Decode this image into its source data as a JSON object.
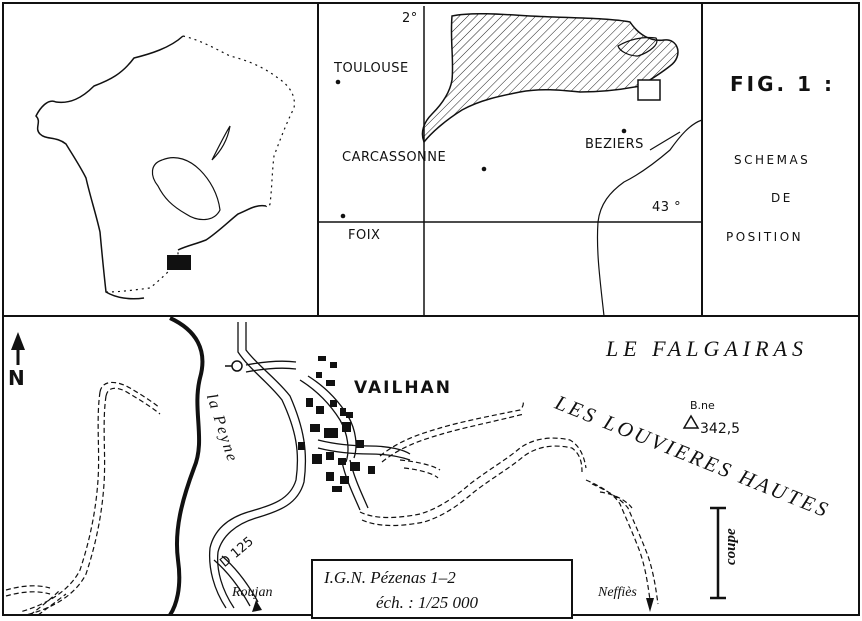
{
  "figure": {
    "title": "FIG. 1 :",
    "subtitle_line1": "SCHEMAS",
    "subtitle_line2": "DE",
    "subtitle_line3": "POSITION"
  },
  "regional_map": {
    "longitude_label": "2°",
    "latitude_label": "43 °",
    "cities": [
      "TOULOUSE",
      "CARCASSONNE",
      "BEZIERS",
      "FOIX"
    ]
  },
  "local_map": {
    "north_label": "N",
    "village": "VAILHAN",
    "places": [
      "LE FALGAIRAS",
      "LES LOUVIERES HAUTES"
    ],
    "river": "la Peyne",
    "road": "D 125",
    "towns": [
      "Roujan",
      "Neffiès"
    ],
    "benchmark_label": "B.ne",
    "benchmark_value": "342,5",
    "section_label": "coupe"
  },
  "map_source": {
    "line1": "I.G.N.  Pézenas 1–2",
    "line2": "éch. : 1/25 000"
  }
}
